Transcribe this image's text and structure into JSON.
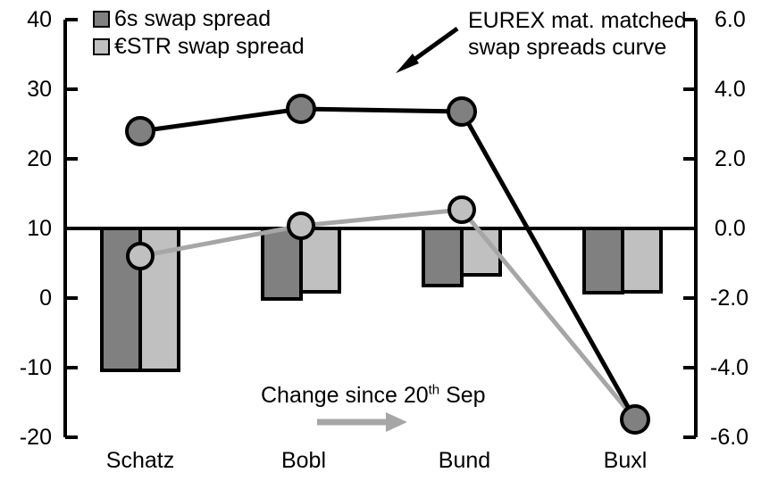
{
  "chart_data": {
    "type": "bar",
    "title": "",
    "categories": [
      "Schatz",
      "Bobl",
      "Bund",
      "Buxl"
    ],
    "grid": false,
    "legend_position": "top-left",
    "bar_axis": {
      "side": "left",
      "ylim": [
        -20,
        40
      ],
      "ticks": [
        40,
        30,
        20,
        10,
        0,
        -10,
        -20
      ],
      "tick_labels": [
        "40",
        "30",
        "20",
        "10",
        "0",
        "-10",
        "-20"
      ],
      "baseline_value": 10,
      "label": ""
    },
    "line_axis": {
      "side": "right",
      "ylim": [
        -6.0,
        6.0
      ],
      "ticks": [
        6.0,
        4.0,
        2.0,
        0.0,
        -2.0,
        -4.0,
        -6.0
      ],
      "tick_labels": [
        "6.0",
        "4.0",
        "2.0",
        "0.0",
        "-2.0",
        "-4.0",
        "-6.0"
      ],
      "baseline_value": 0.0,
      "label": ""
    },
    "series": [
      {
        "name": "6s swap spread",
        "kind": "bar",
        "axis": "left",
        "color": "#808080",
        "edge_color": "#000000",
        "values": [
          -10.4,
          -0.1,
          1.8,
          0.8
        ]
      },
      {
        "name": "€STR swap spread",
        "kind": "bar",
        "axis": "left",
        "color": "#c0c0c0",
        "edge_color": "#000000",
        "values": [
          -10.4,
          0.9,
          3.3,
          0.9
        ]
      },
      {
        "name": "EUREX mat. matched swap spreads curve",
        "kind": "line",
        "axis": "right",
        "color": "#000000",
        "marker_fill": "#808080",
        "marker_edge": "#000000",
        "values": [
          2.8,
          3.4,
          3.35,
          -5.5
        ]
      },
      {
        "name": "Change since 20th Sep curve",
        "kind": "line",
        "axis": "right",
        "color": "#a6a6a6",
        "marker_fill": "#c0c0c0",
        "marker_edge": "#000000",
        "values": [
          -0.8,
          0.1,
          0.55,
          -5.5
        ]
      }
    ],
    "annotations": [
      {
        "id": "eurex-callout",
        "text_line1": "EUREX mat. matched",
        "text_line2": "swap spreads curve",
        "arrow": "down-left"
      },
      {
        "id": "change-since-callout",
        "text_prefix": "Change since 20",
        "text_sup": "th",
        "text_suffix": " Sep",
        "arrow": "right"
      }
    ]
  },
  "legend": {
    "items": [
      {
        "label": "6s swap spread",
        "color": "#808080"
      },
      {
        "label": "€STR swap spread",
        "color": "#c0c0c0"
      }
    ]
  },
  "axis_left": {
    "t0": "40",
    "t1": "30",
    "t2": "20",
    "t3": "10",
    "t4": "0",
    "t5": "-10",
    "t6": "-20"
  },
  "axis_right": {
    "t0": "6.0",
    "t1": "4.0",
    "t2": "2.0",
    "t3": "0.0",
    "t4": "-2.0",
    "t5": "-4.0",
    "t6": "-6.0"
  },
  "categories": {
    "c0": "Schatz",
    "c1": "Bobl",
    "c2": "Bund",
    "c3": "Buxl"
  },
  "annotations": {
    "eurex_line1": "EUREX mat. matched",
    "eurex_line2": "swap spreads curve",
    "change_prefix": "Change since 20",
    "change_sup": "th",
    "change_suffix": " Sep"
  }
}
